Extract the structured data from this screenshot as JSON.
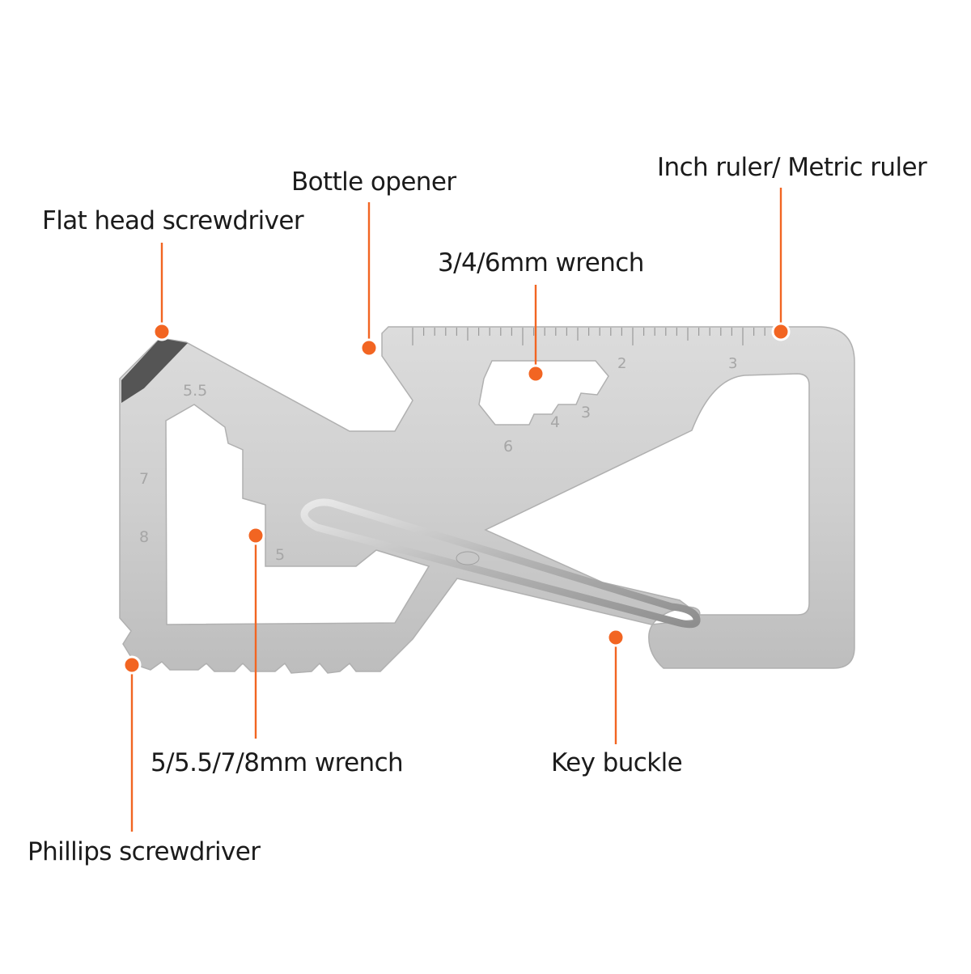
{
  "accent_color": "#f26522",
  "tool_etchings": {
    "left_sizes": [
      "5.5",
      "7",
      "8"
    ],
    "inner_size": "5",
    "socket_sizes": [
      "6",
      "4",
      "3"
    ],
    "ruler_numbers": [
      "2",
      "3"
    ]
  },
  "callouts": [
    {
      "id": "flat-head",
      "label": "Flat head screwdriver"
    },
    {
      "id": "bottle-opener",
      "label": "Bottle opener"
    },
    {
      "id": "wrench-small",
      "label": "3/4/6mm wrench"
    },
    {
      "id": "ruler",
      "label": "Inch ruler/ Metric ruler"
    },
    {
      "id": "wrench-large",
      "label": "5/5.5/7/8mm wrench"
    },
    {
      "id": "key-buckle",
      "label": "Key buckle"
    },
    {
      "id": "phillips",
      "label": "Phillips screwdriver"
    }
  ]
}
